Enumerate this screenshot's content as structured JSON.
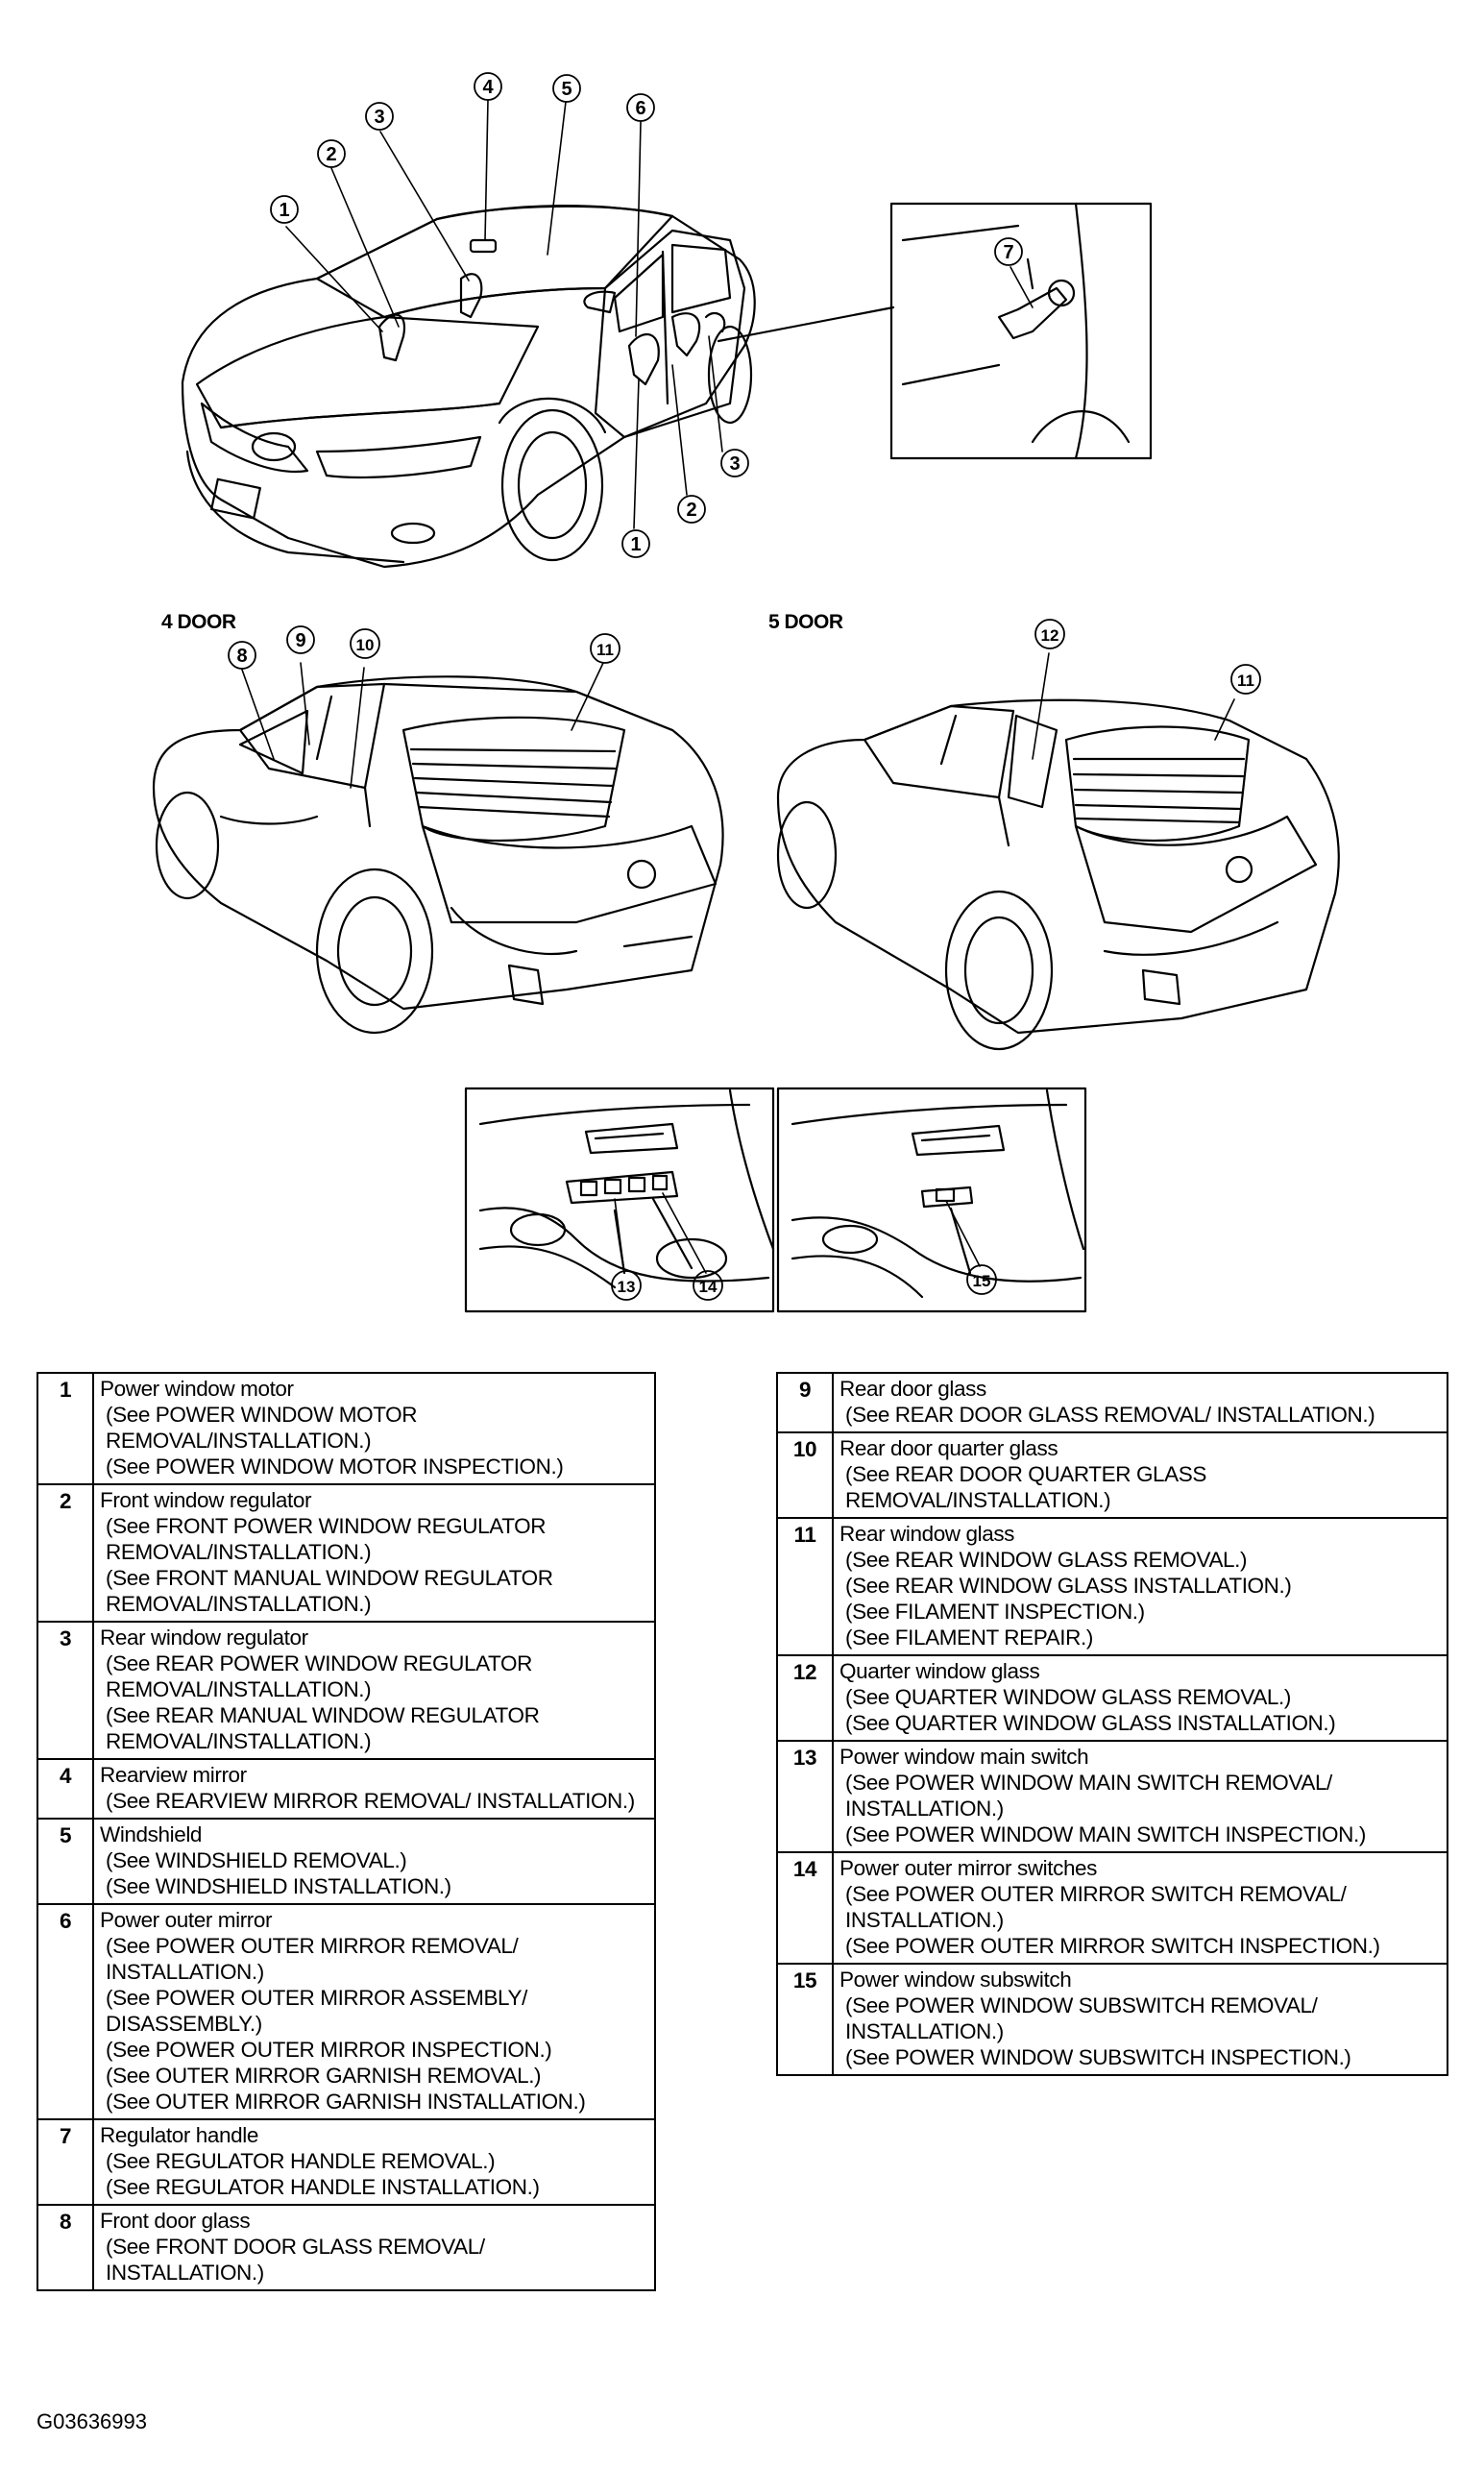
{
  "figure_id": "G03636993",
  "views": {
    "four_door_label": "4 DOOR",
    "five_door_label": "5 DOOR"
  },
  "callouts": {
    "front": [
      "1",
      "2",
      "3",
      "4",
      "5",
      "6",
      "3",
      "2",
      "1"
    ],
    "inset_top": [
      "7"
    ],
    "four_door": [
      "8",
      "9",
      "10",
      "11"
    ],
    "five_door": [
      "12",
      "11"
    ],
    "inset_left": [
      "13",
      "14"
    ],
    "inset_right": [
      "15"
    ]
  },
  "legend_left": [
    {
      "num": "1",
      "name": "Power window motor",
      "refs": [
        "(See POWER WINDOW MOTOR REMOVAL/INSTALLATION.)",
        "(See POWER WINDOW MOTOR INSPECTION.)"
      ]
    },
    {
      "num": "2",
      "name": "Front window regulator",
      "refs": [
        "(See FRONT POWER WINDOW REGULATOR REMOVAL/INSTALLATION.)",
        "(See FRONT MANUAL WINDOW REGULATOR REMOVAL/INSTALLATION.)"
      ]
    },
    {
      "num": "3",
      "name": "Rear window regulator",
      "refs": [
        "(See REAR POWER WINDOW REGULATOR REMOVAL/INSTALLATION.)",
        "(See REAR MANUAL WINDOW REGULATOR REMOVAL/INSTALLATION.)"
      ]
    },
    {
      "num": "4",
      "name": "Rearview mirror",
      "refs": [
        "(See REARVIEW MIRROR REMOVAL/ INSTALLATION.)"
      ]
    },
    {
      "num": "5",
      "name": "Windshield",
      "refs": [
        "(See WINDSHIELD REMOVAL.)",
        "(See WINDSHIELD INSTALLATION.)"
      ]
    },
    {
      "num": "6",
      "name": "Power outer mirror",
      "refs": [
        "(See POWER OUTER MIRROR REMOVAL/ INSTALLATION.)",
        "(See POWER OUTER MIRROR ASSEMBLY/ DISASSEMBLY.)",
        "(See POWER OUTER MIRROR INSPECTION.)",
        "(See OUTER MIRROR GARNISH REMOVAL.)",
        "(See OUTER MIRROR GARNISH INSTALLATION.)"
      ]
    },
    {
      "num": "7",
      "name": "Regulator handle",
      "refs": [
        "(See REGULATOR HANDLE REMOVAL.)",
        "(See REGULATOR HANDLE INSTALLATION.)"
      ]
    },
    {
      "num": "8",
      "name": "Front door glass",
      "refs": [
        "(See FRONT DOOR GLASS REMOVAL/ INSTALLATION.)"
      ]
    }
  ],
  "legend_right": [
    {
      "num": "9",
      "name": "Rear door glass",
      "refs": [
        "(See REAR DOOR GLASS REMOVAL/ INSTALLATION.)"
      ]
    },
    {
      "num": "10",
      "name": "Rear door quarter glass",
      "refs": [
        "(See REAR DOOR QUARTER GLASS REMOVAL/INSTALLATION.)"
      ]
    },
    {
      "num": "11",
      "name": "Rear window glass",
      "refs": [
        "(See REAR WINDOW GLASS REMOVAL.)",
        "(See REAR WINDOW GLASS INSTALLATION.)",
        "(See FILAMENT INSPECTION.)",
        "(See FILAMENT REPAIR.)"
      ]
    },
    {
      "num": "12",
      "name": "Quarter window glass",
      "refs": [
        "(See QUARTER WINDOW GLASS REMOVAL.)",
        "(See QUARTER WINDOW GLASS INSTALLATION.)"
      ]
    },
    {
      "num": "13",
      "name": "Power window main switch",
      "refs": [
        "(See POWER WINDOW MAIN SWITCH REMOVAL/ INSTALLATION.)",
        "(See POWER WINDOW MAIN SWITCH INSPECTION.)"
      ]
    },
    {
      "num": "14",
      "name": "Power outer mirror switches",
      "refs": [
        "(See POWER OUTER MIRROR SWITCH REMOVAL/ INSTALLATION.)",
        "(See POWER OUTER MIRROR SWITCH INSPECTION.)"
      ]
    },
    {
      "num": "15",
      "name": "Power window subswitch",
      "refs": [
        "(See POWER WINDOW SUBSWITCH REMOVAL/ INSTALLATION.)",
        "(See POWER WINDOW SUBSWITCH INSPECTION.)"
      ]
    }
  ]
}
